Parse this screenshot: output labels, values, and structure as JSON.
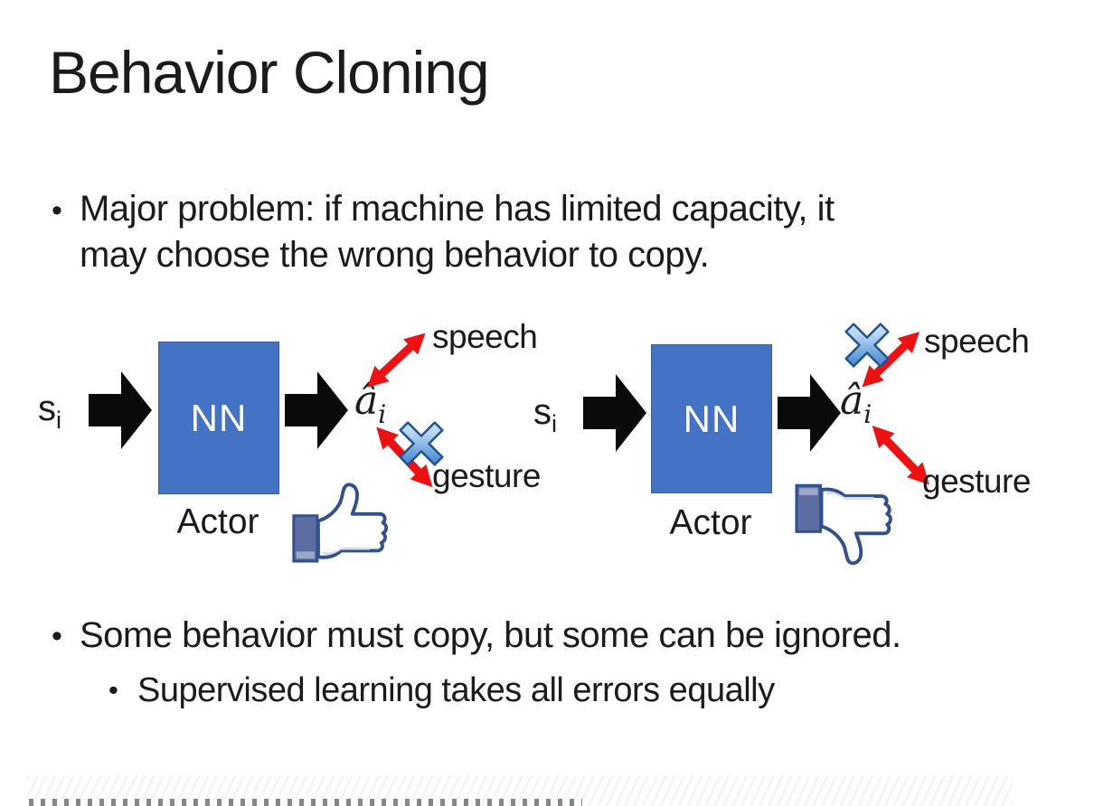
{
  "slide": {
    "title": "Behavior Cloning",
    "bullet_glyph": "•",
    "bullets": {
      "major_problem": "Major problem: if machine has limited capacity, it\nmay choose the wrong behavior to copy.",
      "some_behavior": "Some behavior must copy, but some can be ignored.",
      "supervised": "Supervised learning takes all errors equally"
    }
  },
  "diagram": {
    "state_label": "s",
    "state_sub": "i",
    "nn_label": "NN",
    "actor_label": "Actor",
    "action_label": "â",
    "action_sub": "i",
    "speech_label": "speech",
    "gesture_label": "gesture",
    "left_example": {
      "feedback": "thumbs-up",
      "crossed_out_behavior": "gesture"
    },
    "right_example": {
      "feedback": "thumbs-down",
      "crossed_out_behavior": "speech"
    }
  },
  "colors": {
    "text": "#1b1b1b",
    "nn_box_fill": "#4472C4",
    "nn_box_text": "#ffffff",
    "block_arrow": "#0a0a0a",
    "red_arrow": "#ee1111",
    "cross_blue": "#3d7cc9",
    "thumb_outline": "#32508e",
    "thumb_cuff": "#5b6da1"
  }
}
